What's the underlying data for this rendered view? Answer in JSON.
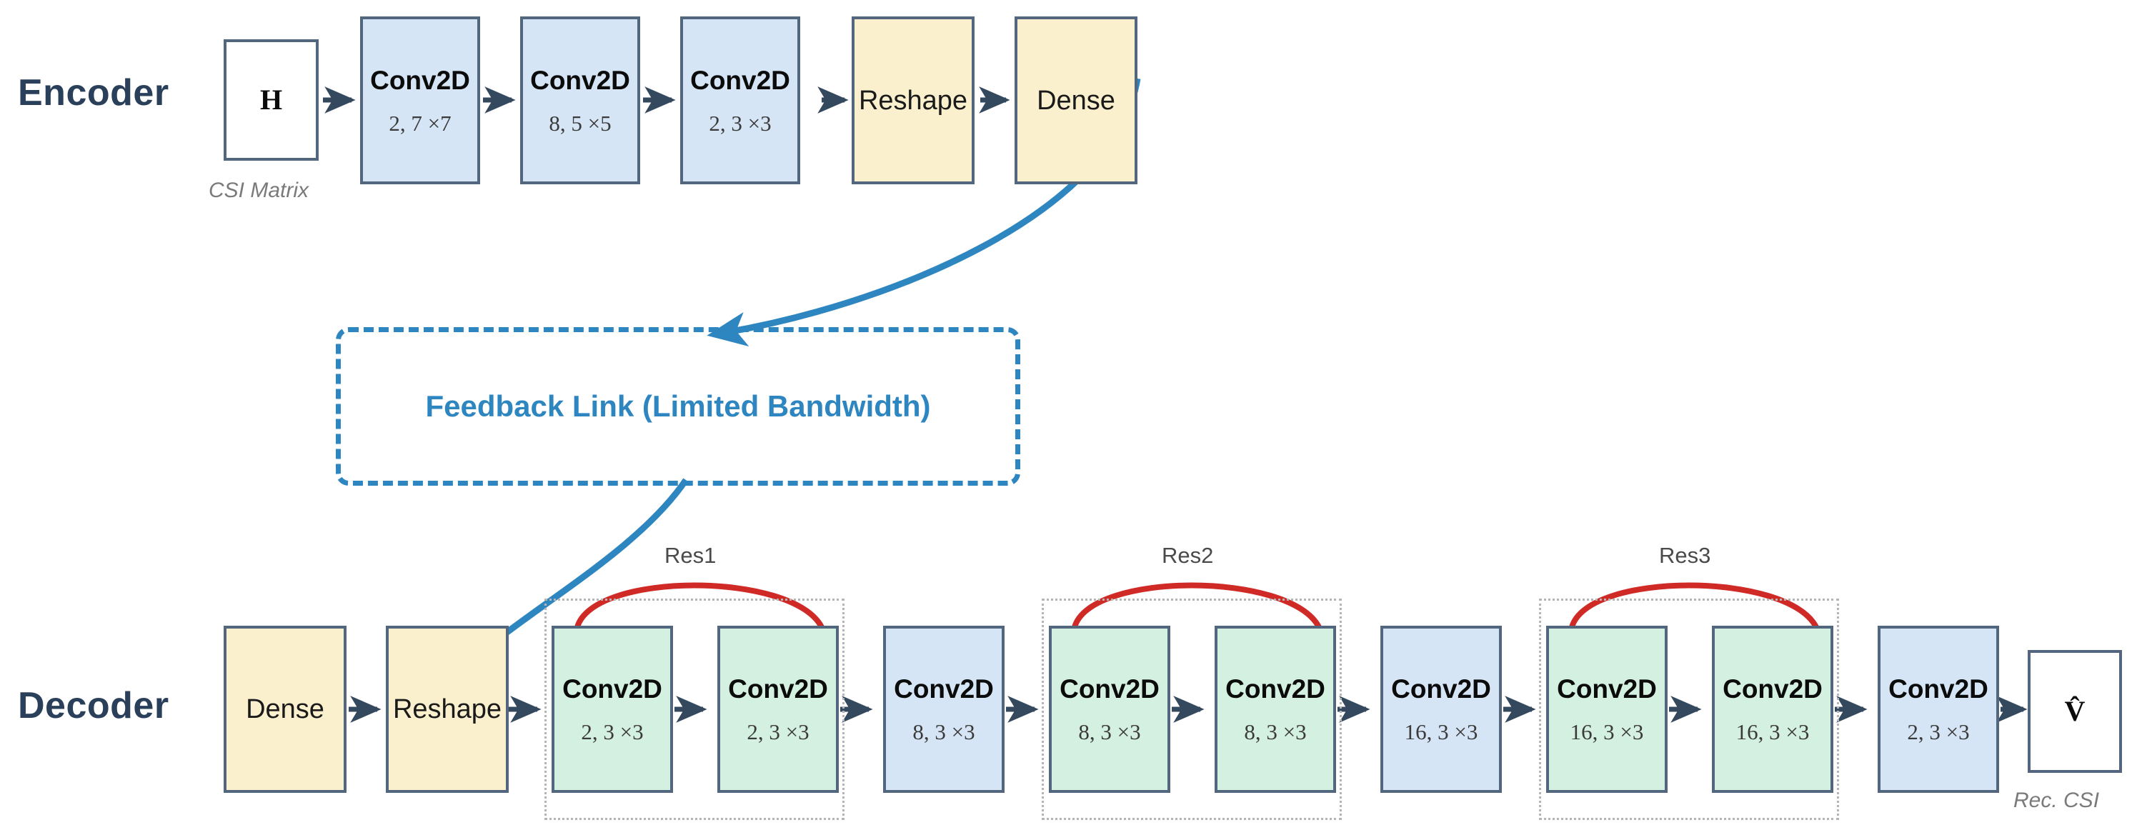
{
  "diagram": {
    "title": "CSI feedback autoencoder architecture",
    "colors": {
      "blue_fill": "#d6e5f5",
      "yellow_fill": "#fbf0ce",
      "green_fill": "#d4f0e0",
      "border": "#52677e",
      "label_navy": "#2a3f5a",
      "feedback_blue": "#2e86c1",
      "residual_red": "#cf2a25",
      "arrow_navy": "#34495e",
      "group_dotted": "#b5b5b5",
      "caption_gray": "#7a7a7a"
    }
  },
  "encoder": {
    "label": "Encoder",
    "input": {
      "symbol": "H",
      "caption": "CSI Matrix"
    },
    "nodes": [
      {
        "title": "Conv2D",
        "sub": "2, 7 ×7",
        "kind": "blue"
      },
      {
        "title": "Conv2D",
        "sub": "8, 5 ×5",
        "kind": "blue"
      },
      {
        "title": "Conv2D",
        "sub": "2, 3 ×3",
        "kind": "blue"
      },
      {
        "title": "Reshape",
        "sub": "",
        "kind": "yellow"
      },
      {
        "title": "Dense",
        "sub": "",
        "kind": "yellow"
      }
    ]
  },
  "feedback": {
    "text": "Feedback Link (Limited Bandwidth)"
  },
  "decoder": {
    "label": "Decoder",
    "output": {
      "symbol": "V̂",
      "caption": "Rec. CSI"
    },
    "nodes": [
      {
        "title": "Dense",
        "sub": "",
        "kind": "yellow"
      },
      {
        "title": "Reshape",
        "sub": "",
        "kind": "yellow"
      },
      {
        "title": "Conv2D",
        "sub": "2, 3 ×3",
        "kind": "green"
      },
      {
        "title": "Conv2D",
        "sub": "2, 3 ×3",
        "kind": "green"
      },
      {
        "title": "Conv2D",
        "sub": "8, 3 ×3",
        "kind": "blue"
      },
      {
        "title": "Conv2D",
        "sub": "8, 3 ×3",
        "kind": "green"
      },
      {
        "title": "Conv2D",
        "sub": "8, 3 ×3",
        "kind": "green"
      },
      {
        "title": "Conv2D",
        "sub": "16, 3 ×3",
        "kind": "blue"
      },
      {
        "title": "Conv2D",
        "sub": "16, 3 ×3",
        "kind": "green"
      },
      {
        "title": "Conv2D",
        "sub": "16, 3 ×3",
        "kind": "green"
      },
      {
        "title": "Conv2D",
        "sub": "2, 3 ×3",
        "kind": "blue"
      }
    ],
    "residuals": [
      {
        "label": "Res1"
      },
      {
        "label": "Res2"
      },
      {
        "label": "Res3"
      }
    ]
  }
}
